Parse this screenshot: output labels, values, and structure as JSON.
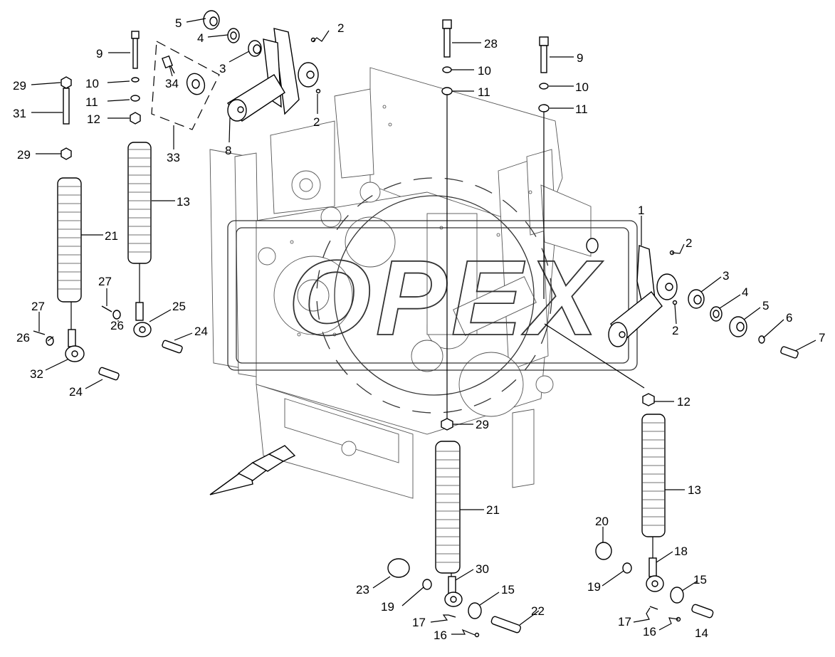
{
  "diagram": {
    "watermark_text": "OPEX",
    "callouts": [
      {
        "id": "c-2a",
        "text": "2"
      },
      {
        "id": "c-5a",
        "text": "5"
      },
      {
        "id": "c-4a",
        "text": "4"
      },
      {
        "id": "c-3a",
        "text": "3"
      },
      {
        "id": "c-9a",
        "text": "9"
      },
      {
        "id": "c-10a",
        "text": "10"
      },
      {
        "id": "c-11a",
        "text": "11"
      },
      {
        "id": "c-12a",
        "text": "12"
      },
      {
        "id": "c-29a",
        "text": "29"
      },
      {
        "id": "c-31",
        "text": "31"
      },
      {
        "id": "c-29b",
        "text": "29"
      },
      {
        "id": "c-34",
        "text": "34"
      },
      {
        "id": "c-2b",
        "text": "2"
      },
      {
        "id": "c-8",
        "text": "8"
      },
      {
        "id": "c-33",
        "text": "33"
      },
      {
        "id": "c-13a",
        "text": "13"
      },
      {
        "id": "c-21a",
        "text": "21"
      },
      {
        "id": "c-27a",
        "text": "27"
      },
      {
        "id": "c-27b",
        "text": "27"
      },
      {
        "id": "c-25",
        "text": "25"
      },
      {
        "id": "c-26a",
        "text": "26"
      },
      {
        "id": "c-26b",
        "text": "26"
      },
      {
        "id": "c-24a",
        "text": "24"
      },
      {
        "id": "c-32",
        "text": "32"
      },
      {
        "id": "c-24b",
        "text": "24"
      },
      {
        "id": "c-28",
        "text": "28"
      },
      {
        "id": "c-10b",
        "text": "10"
      },
      {
        "id": "c-11b",
        "text": "11"
      },
      {
        "id": "c-9b",
        "text": "9"
      },
      {
        "id": "c-10c",
        "text": "10"
      },
      {
        "id": "c-11c",
        "text": "11"
      },
      {
        "id": "c-1",
        "text": "1"
      },
      {
        "id": "c-2c",
        "text": "2"
      },
      {
        "id": "c-3b",
        "text": "3"
      },
      {
        "id": "c-4b",
        "text": "4"
      },
      {
        "id": "c-5b",
        "text": "5"
      },
      {
        "id": "c-6",
        "text": "6"
      },
      {
        "id": "c-7",
        "text": "7"
      },
      {
        "id": "c-2d",
        "text": "2"
      },
      {
        "id": "c-12b",
        "text": "12"
      },
      {
        "id": "c-29c",
        "text": "29"
      },
      {
        "id": "c-13b",
        "text": "13"
      },
      {
        "id": "c-21b",
        "text": "21"
      },
      {
        "id": "c-20",
        "text": "20"
      },
      {
        "id": "c-18",
        "text": "18"
      },
      {
        "id": "c-30",
        "text": "30"
      },
      {
        "id": "c-23",
        "text": "23"
      },
      {
        "id": "c-15a",
        "text": "15"
      },
      {
        "id": "c-19a",
        "text": "19"
      },
      {
        "id": "c-15b",
        "text": "15"
      },
      {
        "id": "c-19b",
        "text": "19"
      },
      {
        "id": "c-22",
        "text": "22"
      },
      {
        "id": "c-17a",
        "text": "17"
      },
      {
        "id": "c-16a",
        "text": "16"
      },
      {
        "id": "c-17b",
        "text": "17"
      },
      {
        "id": "c-16b",
        "text": "16"
      },
      {
        "id": "c-14",
        "text": "14"
      }
    ]
  }
}
